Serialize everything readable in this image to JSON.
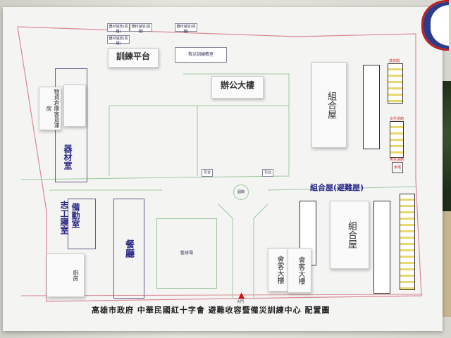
{
  "title": "高雄市政府 中華民國紅十字會 避難收容暨備災訓練中心 配置圖",
  "storage_units": [
    "器材儲放(貨櫃)",
    "器材儲放(貨櫃)",
    "器材儲放(貨櫃)",
    "器材儲放(貨櫃)"
  ],
  "training_platform": "訓練平台",
  "disaster_classroom": "救災訓練教室",
  "office": "辦公大樓",
  "equipment_room": "器材室",
  "warehouse": "物資倉庫",
  "guest_room": "客貨運房",
  "volunteer_room": "志工寢室",
  "duty_room": "備勤室",
  "dining": "餐廳",
  "kitchen": "廚房",
  "basketball": "籃球場",
  "planter_left": "花台",
  "planter_right": "花台",
  "roundabout": "圓環",
  "main_gate": "大門",
  "prefab_top": "組合屋",
  "prefab_shelter_heading": "組合屋(避難屋)",
  "prefab_bottom": "組合屋",
  "reception_1": "會客大樓",
  "reception_2": "會客大樓",
  "laundry": "洗衣間",
  "female_bath": "女生浴廁",
  "male_bath": "男生浴廁",
  "water_tower": "水塔",
  "colors": {
    "boundary": "#d98a95",
    "paths": "#9cc8a0",
    "label": "#2c2a8a",
    "gate_arrow": "#d01010"
  }
}
